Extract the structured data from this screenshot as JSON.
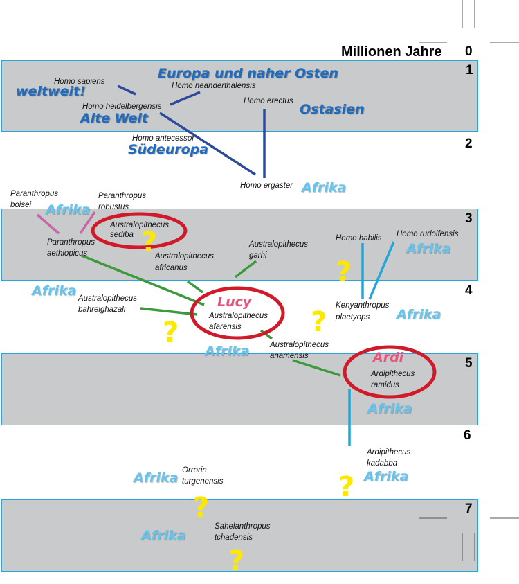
{
  "axis": {
    "title": "Millionen Jahre",
    "ticks": [
      "0",
      "1",
      "2",
      "3",
      "4",
      "5",
      "6",
      "7"
    ]
  },
  "colors": {
    "band": "#c8cacb",
    "band_border": "#2aa5d8",
    "line_homo": "#2a4a9a",
    "line_australopithecus": "#3b9a3b",
    "line_paranthropus": "#c867a8",
    "line_habilis": "#22a6d8",
    "circle": "#d01a2a",
    "region_africa": "#66c4ec",
    "region_other": "#1e6bbf",
    "fossil_name": "#e8557a",
    "question_mark": "#ffe800"
  },
  "regions": {
    "europa_naher_osten": "Europa und naher Osten",
    "weltweit": "weltweit!",
    "alte_welt": "Alte Welt",
    "ostasien": "Ostasien",
    "suedeuropa": "Südeuropa",
    "afrika": "Afrika"
  },
  "species": {
    "homo_sapiens": "Homo sapiens",
    "homo_neanderthalensis": "Homo neanderthalensis",
    "homo_heidelbergensis": "Homo heidelbergensis",
    "homo_erectus": "Homo erectus",
    "homo_antecessor": "Homo antecessor",
    "homo_ergaster": "Homo ergaster",
    "paranthropus_boisei_1": "Paranthropus",
    "paranthropus_boisei_2": "boisei",
    "paranthropus_robustus_1": "Paranthropus",
    "paranthropus_robustus_2": "robustus",
    "australopithecus_sediba_1": "Australopithecus",
    "australopithecus_sediba_2": "sediba",
    "paranthropus_aethiopicus_1": "Paranthropus",
    "paranthropus_aethiopicus_2": "aethiopicus",
    "australopithecus_africanus_1": "Australopithecus",
    "australopithecus_africanus_2": "africanus",
    "australopithecus_garhi_1": "Australopithecus",
    "australopithecus_garhi_2": "garhi",
    "homo_habilis": "Homo habilis",
    "homo_rudolfensis": "Homo rudolfensis",
    "kenyanthropus_1": "Kenyanthropus",
    "kenyanthropus_2": "plaetyops",
    "australopithecus_bahrelghazali_1": "Australopithecus",
    "australopithecus_bahrelghazali_2": "bahrelghazali",
    "australopithecus_afarensis_1": "Australopithecus",
    "australopithecus_afarensis_2": "afarensis",
    "australopithecus_anamensis_1": "Australopithecus",
    "australopithecus_anamensis_2": "anamensis",
    "ardipithecus_ramidus_1": "Ardipithecus",
    "ardipithecus_ramidus_2": "ramidus",
    "ardipithecus_kadabba_1": "Ardipithecus",
    "ardipithecus_kadabba_2": "kadabba",
    "orrorin_1": "Orrorin",
    "orrorin_2": "turgenensis",
    "sahelanthropus_1": "Sahelanthropus",
    "sahelanthropus_2": "tchadensis"
  },
  "fossils": {
    "lucy": "Lucy",
    "ardi": "Ardi"
  },
  "question_mark": "?"
}
